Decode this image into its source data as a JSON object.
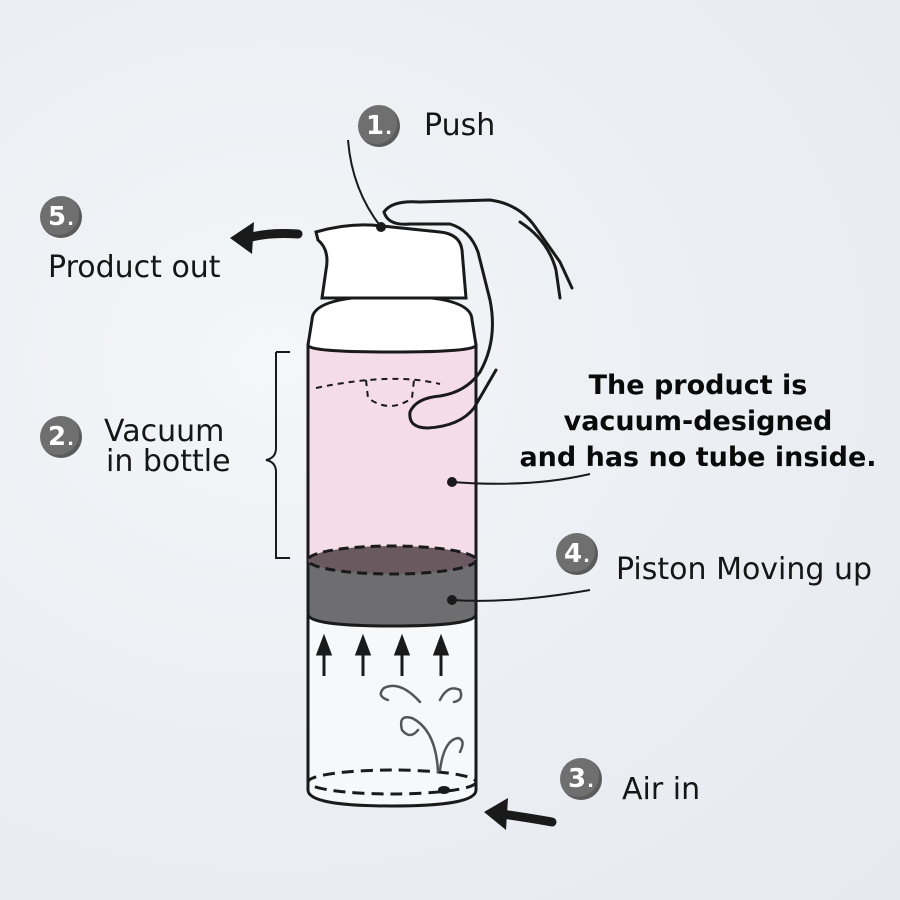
{
  "steps": [
    {
      "number": "1",
      "label": "Push"
    },
    {
      "number": "2",
      "label_lines": [
        "Vacuum",
        "in bottle"
      ]
    },
    {
      "number": "3",
      "label": "Air in"
    },
    {
      "number": "4",
      "label": "Piston Moving up"
    },
    {
      "number": "5",
      "label": "Product out"
    }
  ],
  "note_lines": [
    "The product is",
    "vacuum-designed",
    "and has no tube inside."
  ],
  "colors": {
    "badge": "#6f6f6f",
    "product_fill": "#f4dde6",
    "piston": "#6e6e70",
    "outline": "#1a1a1a"
  }
}
